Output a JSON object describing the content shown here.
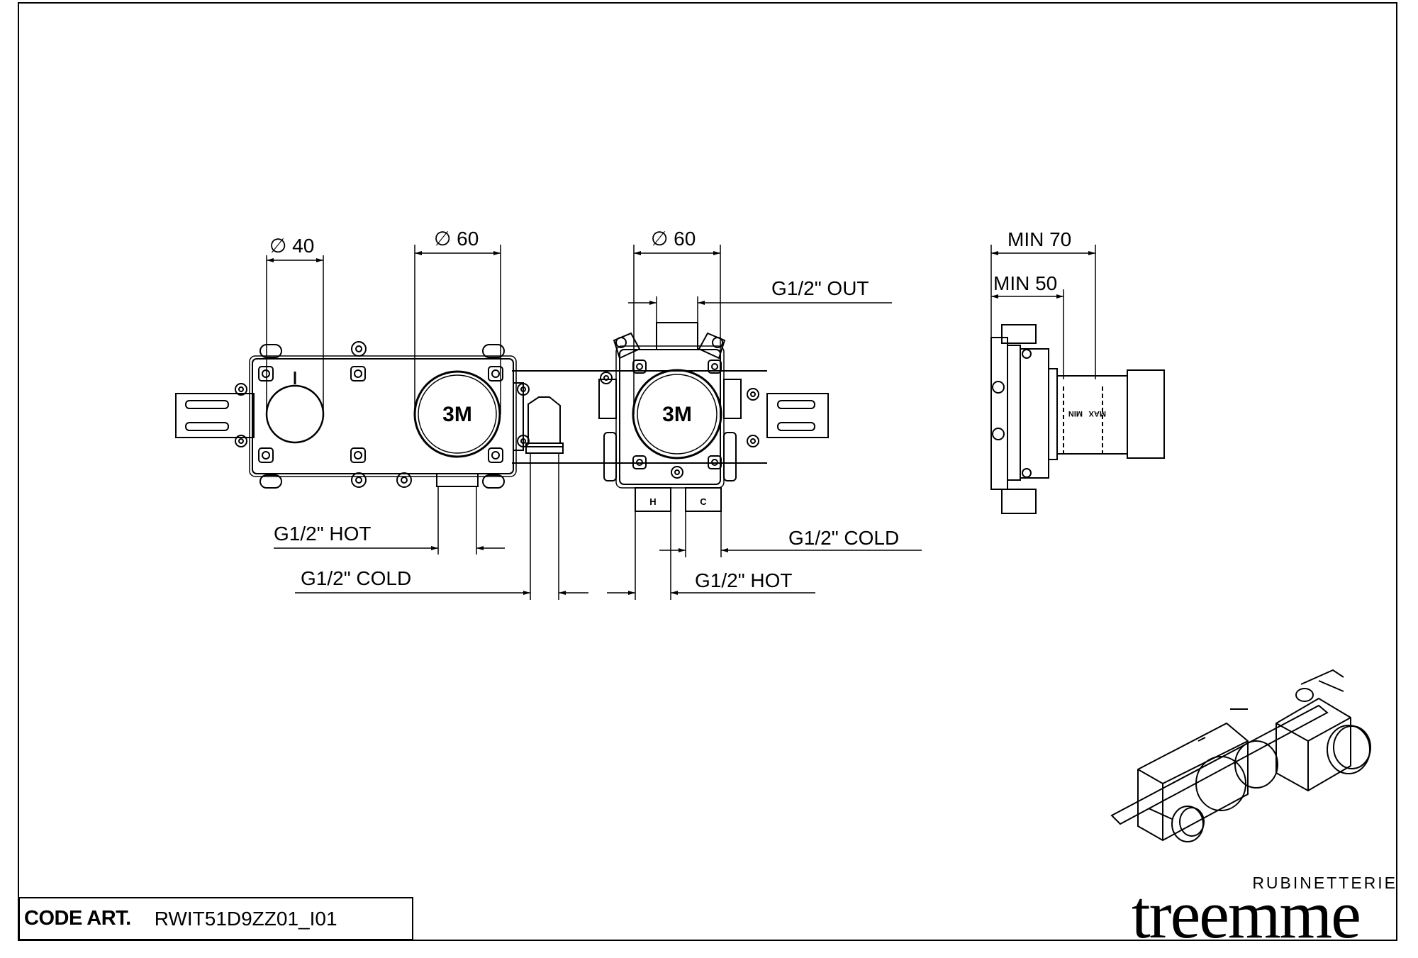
{
  "dimensions": {
    "dia_40": "∅ 40",
    "dia_60_a": "∅ 60",
    "dia_60_b": "∅ 60",
    "min_70": "MIN  70",
    "min_50": "MIN  50"
  },
  "connections": {
    "out": "G1/2\" OUT",
    "hot_left": "G1/2\" HOT",
    "cold_left": "G1/2\" COLD",
    "cold_right": "G1/2\" COLD",
    "hot_right": "G1/2\" HOT"
  },
  "marks": {
    "cartridge_a": "3M",
    "cartridge_b": "3M",
    "port_h": "H",
    "port_c": "C",
    "depth_min": "MIN",
    "depth_max": "MAX"
  },
  "title_block": {
    "code_label": "CODE ART.",
    "code_value": "RWIT51D9ZZ01_I01"
  },
  "brand": {
    "subtitle": "RUBINETTERIE",
    "name": "treemme"
  }
}
